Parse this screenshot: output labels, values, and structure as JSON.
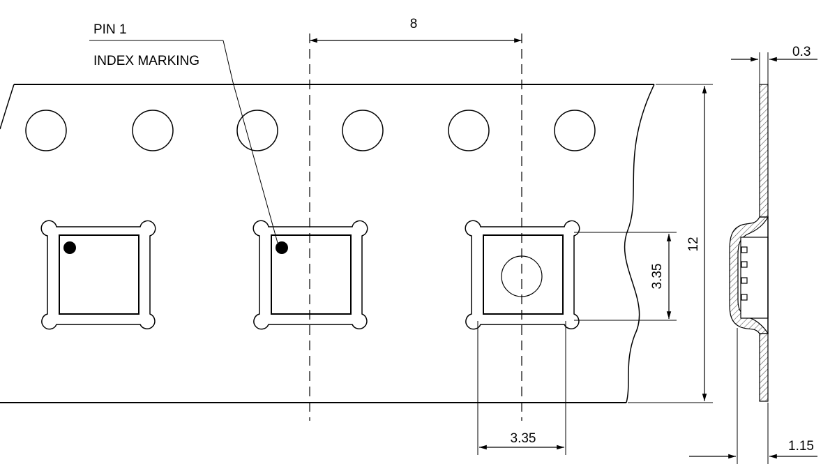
{
  "labels": {
    "pin1": "PIN 1",
    "index_marking": "INDEX MARKING",
    "pitch": "8",
    "tape_width": "12",
    "pocket_height": "3.35",
    "pocket_width": "3.35",
    "tape_thickness": "0.3",
    "pocket_depth": "1.15"
  },
  "colors": {
    "line": "#000000",
    "hatch": "#555555",
    "background": "#ffffff"
  }
}
